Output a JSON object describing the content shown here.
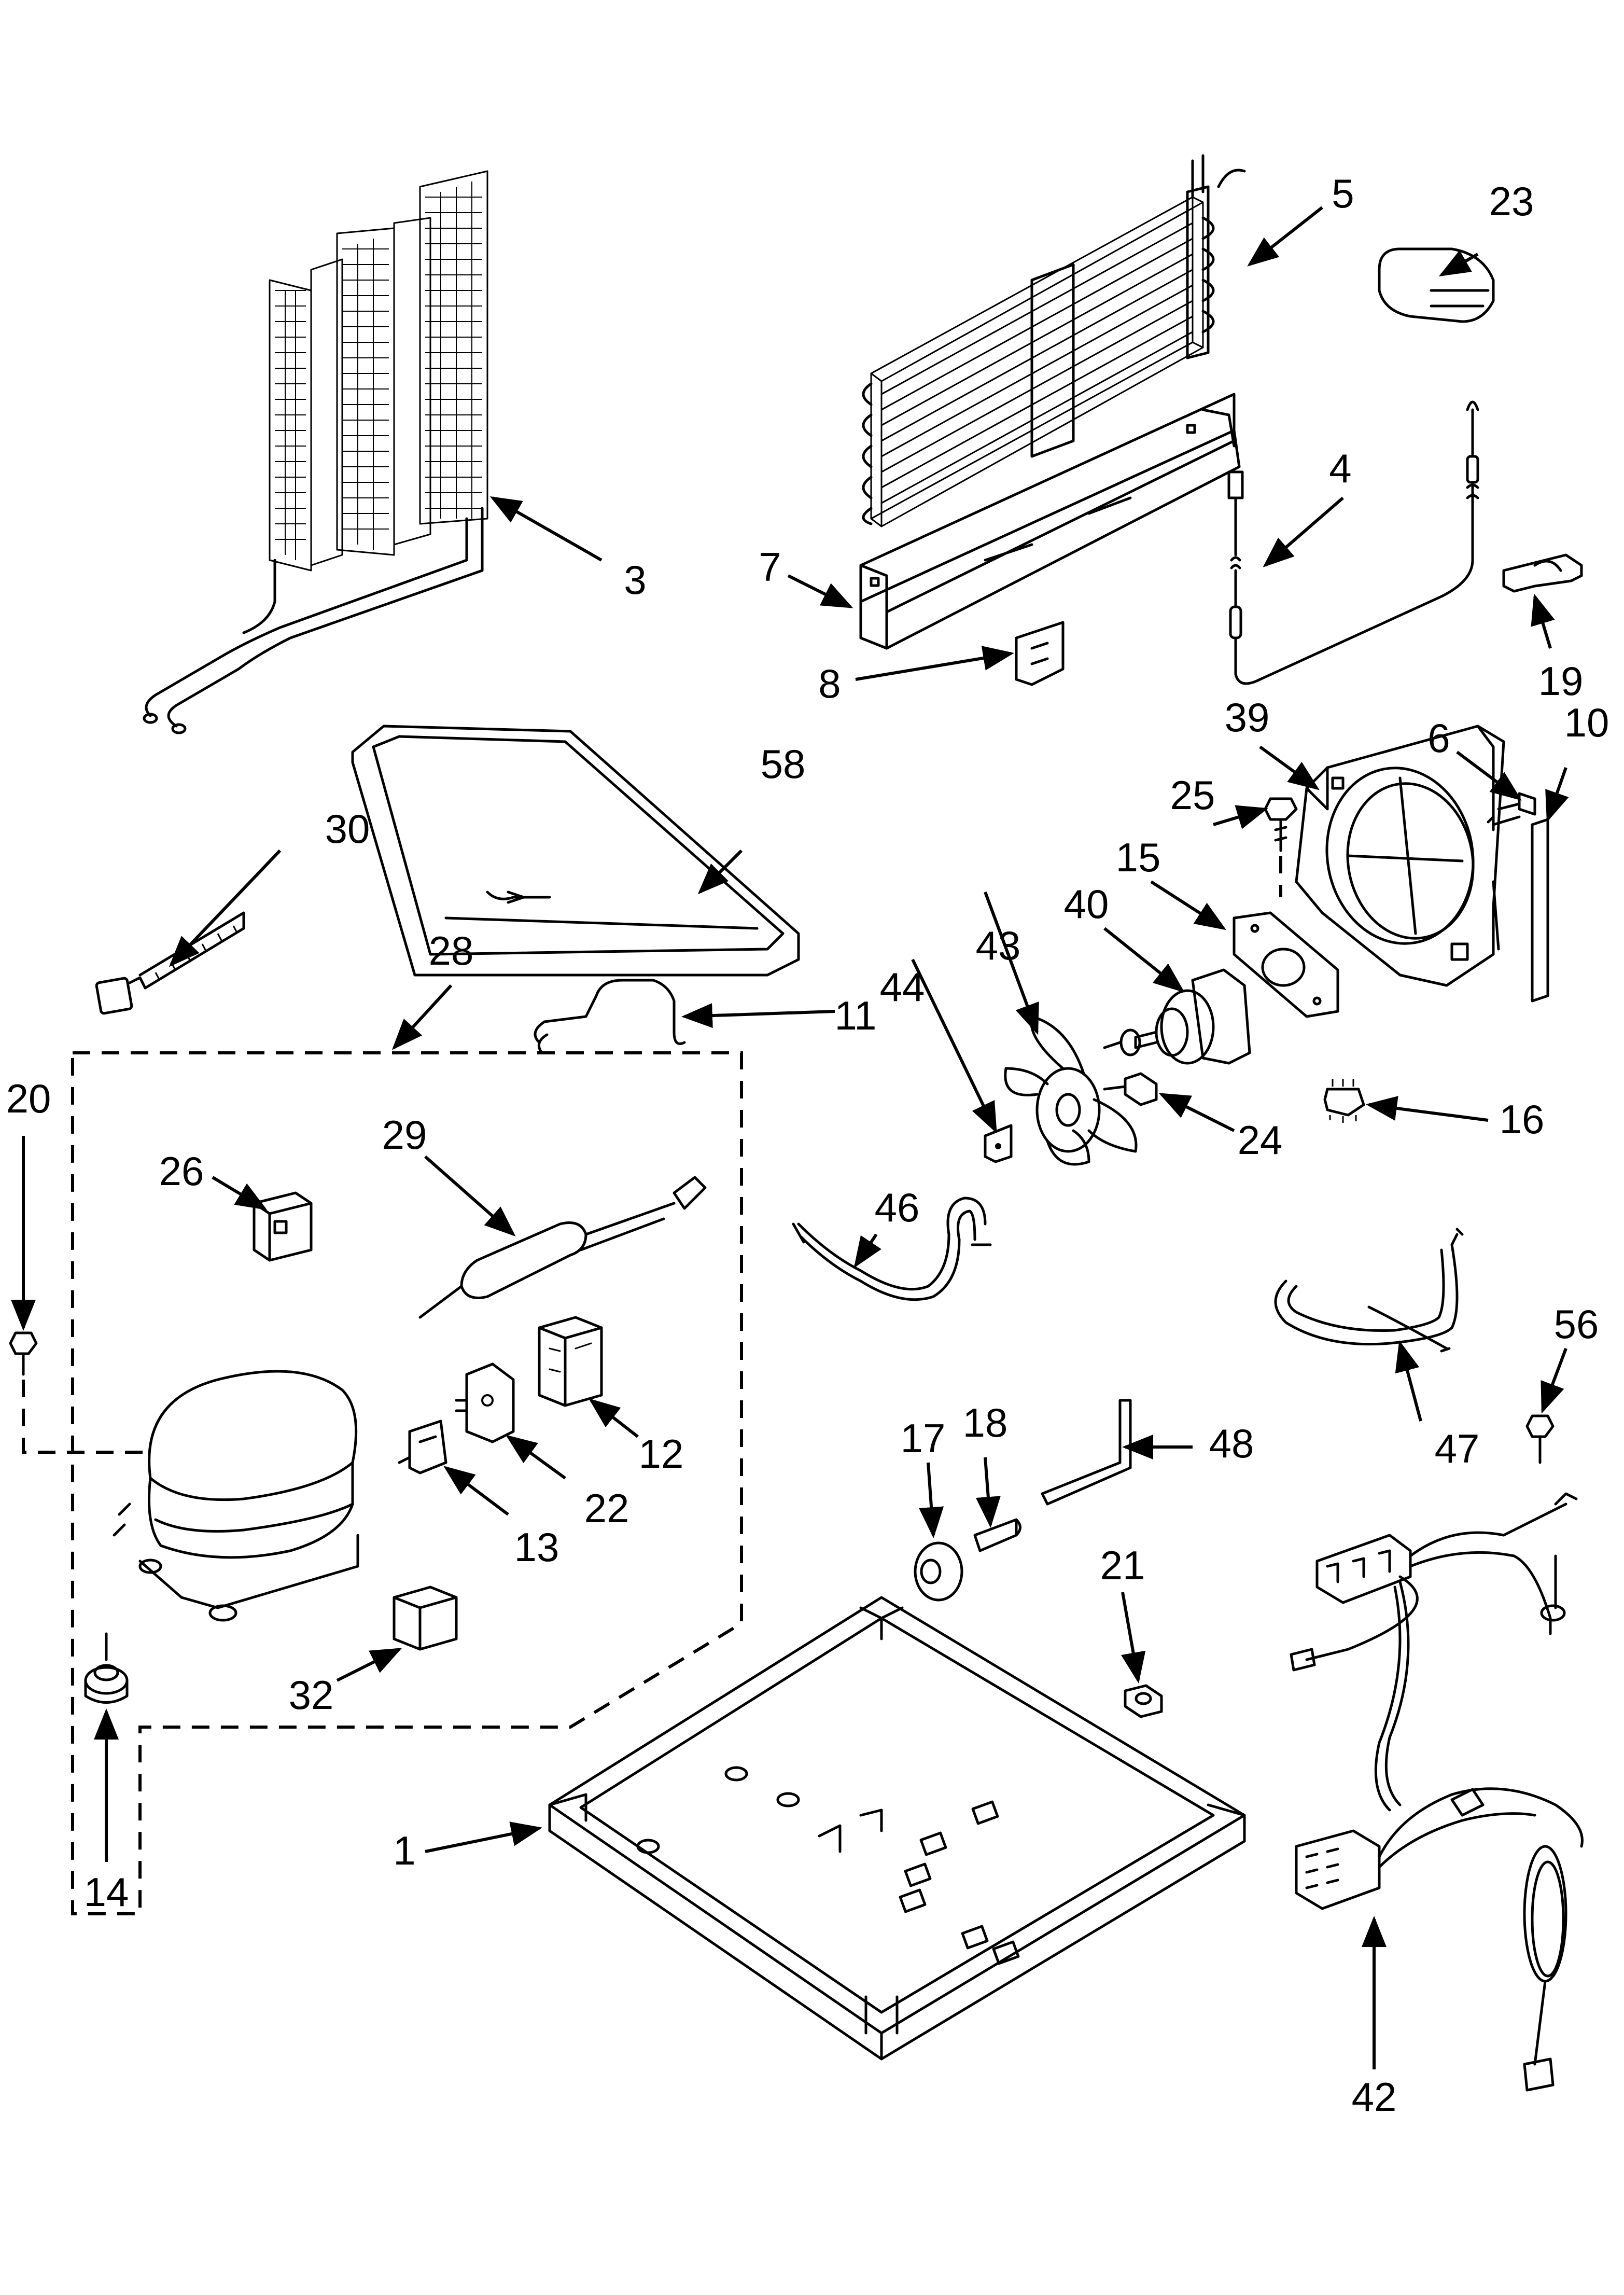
{
  "callouts": {
    "c1": "1",
    "c3": "3",
    "c4": "4",
    "c5": "5",
    "c6": "6",
    "c7": "7",
    "c8": "8",
    "c10": "10",
    "c11": "11",
    "c12": "12",
    "c13": "13",
    "c14": "14",
    "c15": "15",
    "c16": "16",
    "c17": "17",
    "c18": "18",
    "c19": "19",
    "c20": "20",
    "c21": "21",
    "c22": "22",
    "c23": "23",
    "c24": "24",
    "c25": "25",
    "c26": "26",
    "c28": "28",
    "c29": "29",
    "c30": "30",
    "c32": "32",
    "c39": "39",
    "c40": "40",
    "c42": "42",
    "c43": "43",
    "c44": "44",
    "c46": "46",
    "c47": "47",
    "c48": "48",
    "c56": "56",
    "c58": "58"
  }
}
